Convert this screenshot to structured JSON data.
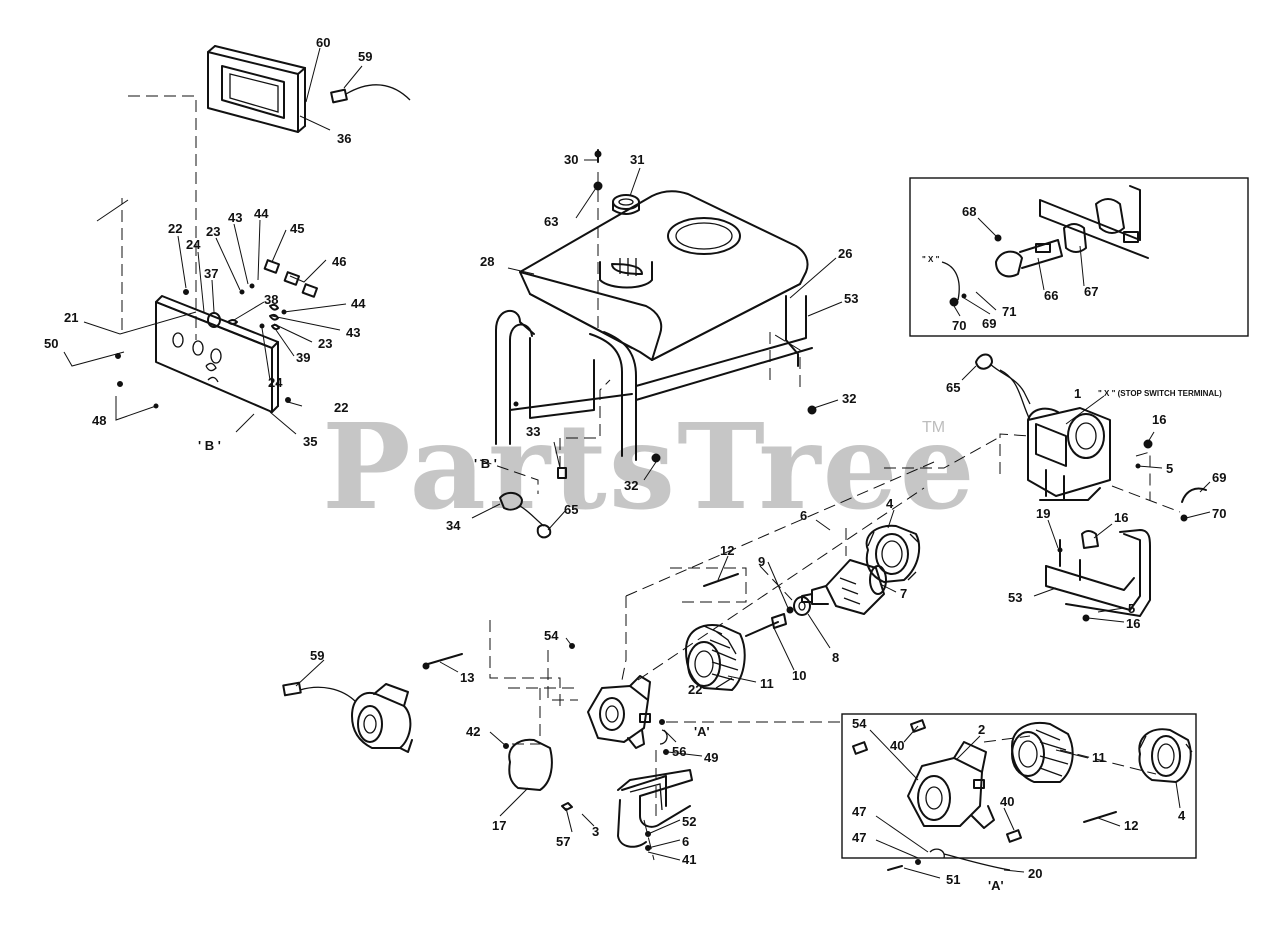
{
  "watermark": {
    "text": "PartsTree",
    "trademark": "TM"
  },
  "notes": {
    "stop_switch": "\" X \" (STOP SWITCH TERMINAL)",
    "x_mark_inset": "\" X \"",
    "x_mark_right": "\" X \"",
    "ref_a_main": "'A'",
    "ref_a_inset": "'A'",
    "ref_b_left": "' B '",
    "ref_b_center": "' B '"
  },
  "callouts": [
    {
      "id": "c60",
      "text": "60"
    },
    {
      "id": "c59a",
      "text": "59"
    },
    {
      "id": "c36",
      "text": "36"
    },
    {
      "id": "c22a",
      "text": "22"
    },
    {
      "id": "c24a",
      "text": "24"
    },
    {
      "id": "c23a",
      "text": "23"
    },
    {
      "id": "c43a",
      "text": "43"
    },
    {
      "id": "c44a",
      "text": "44"
    },
    {
      "id": "c45",
      "text": "45"
    },
    {
      "id": "c46",
      "text": "46"
    },
    {
      "id": "c37",
      "text": "37"
    },
    {
      "id": "c38",
      "text": "38"
    },
    {
      "id": "c44b",
      "text": "44"
    },
    {
      "id": "c43b",
      "text": "43"
    },
    {
      "id": "c23b",
      "text": "23"
    },
    {
      "id": "c39",
      "text": "39"
    },
    {
      "id": "c24b",
      "text": "24"
    },
    {
      "id": "c21",
      "text": "21"
    },
    {
      "id": "c50",
      "text": "50"
    },
    {
      "id": "c48",
      "text": "48"
    },
    {
      "id": "c22b",
      "text": "22"
    },
    {
      "id": "c35",
      "text": "35"
    },
    {
      "id": "c30",
      "text": "30"
    },
    {
      "id": "c31",
      "text": "31"
    },
    {
      "id": "c63",
      "text": "63"
    },
    {
      "id": "c28",
      "text": "28"
    },
    {
      "id": "c26",
      "text": "26"
    },
    {
      "id": "c53a",
      "text": "53"
    },
    {
      "id": "c32a",
      "text": "32"
    },
    {
      "id": "c33",
      "text": "33"
    },
    {
      "id": "c32b",
      "text": "32"
    },
    {
      "id": "c34",
      "text": "34"
    },
    {
      "id": "c65a",
      "text": "65"
    },
    {
      "id": "c68",
      "text": "68"
    },
    {
      "id": "c71",
      "text": "71"
    },
    {
      "id": "c66",
      "text": "66"
    },
    {
      "id": "c67",
      "text": "67"
    },
    {
      "id": "c70a",
      "text": "70"
    },
    {
      "id": "c69a",
      "text": "69"
    },
    {
      "id": "c65b",
      "text": "65"
    },
    {
      "id": "c1",
      "text": "1"
    },
    {
      "id": "c16a",
      "text": "16"
    },
    {
      "id": "c5a",
      "text": "5"
    },
    {
      "id": "c69b",
      "text": "69"
    },
    {
      "id": "c70b",
      "text": "70"
    },
    {
      "id": "c19",
      "text": "19"
    },
    {
      "id": "c16b",
      "text": "16"
    },
    {
      "id": "c53b",
      "text": "53"
    },
    {
      "id": "c5b",
      "text": "5"
    },
    {
      "id": "c16c",
      "text": "16"
    },
    {
      "id": "c4a",
      "text": "4"
    },
    {
      "id": "c6a",
      "text": "6"
    },
    {
      "id": "c7",
      "text": "7"
    },
    {
      "id": "c12a",
      "text": "12"
    },
    {
      "id": "c9",
      "text": "9"
    },
    {
      "id": "c8",
      "text": "8"
    },
    {
      "id": "c10",
      "text": "10"
    },
    {
      "id": "c11a",
      "text": "11"
    },
    {
      "id": "c22c",
      "text": "22"
    },
    {
      "id": "c54a",
      "text": "54"
    },
    {
      "id": "c13",
      "text": "13"
    },
    {
      "id": "c59b",
      "text": "59"
    },
    {
      "id": "c42",
      "text": "42"
    },
    {
      "id": "c56",
      "text": "56"
    },
    {
      "id": "c49",
      "text": "49"
    },
    {
      "id": "c17",
      "text": "17"
    },
    {
      "id": "c57",
      "text": "57"
    },
    {
      "id": "c3",
      "text": "3"
    },
    {
      "id": "c52",
      "text": "52"
    },
    {
      "id": "c6b",
      "text": "6"
    },
    {
      "id": "c41",
      "text": "41"
    },
    {
      "id": "c54b",
      "text": "54"
    },
    {
      "id": "c40a",
      "text": "40"
    },
    {
      "id": "c2",
      "text": "2"
    },
    {
      "id": "c11b",
      "text": "11"
    },
    {
      "id": "c4b",
      "text": "4"
    },
    {
      "id": "c40b",
      "text": "40"
    },
    {
      "id": "c12b",
      "text": "12"
    },
    {
      "id": "c47a",
      "text": "47"
    },
    {
      "id": "c47b",
      "text": "47"
    },
    {
      "id": "c51",
      "text": "51"
    },
    {
      "id": "c20",
      "text": "20"
    }
  ]
}
